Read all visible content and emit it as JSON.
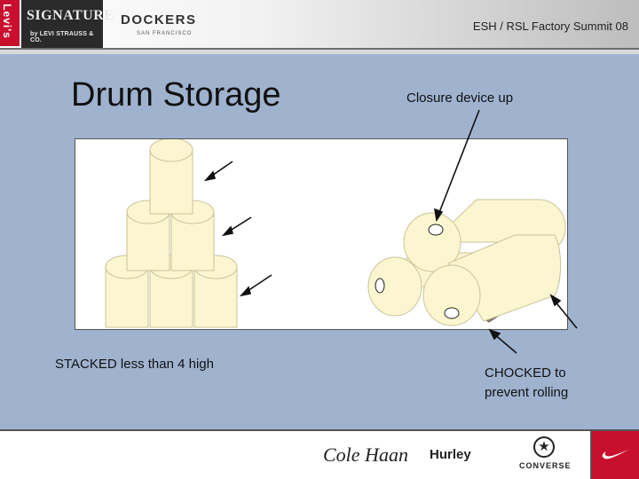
{
  "header": {
    "levis_logo_text": "Levi's",
    "signature_logo_text": "SIGNATURE",
    "signature_logo_sub": "by LEVI STRAUSS & CO.",
    "dockers_logo_text": "DOCKERS",
    "dockers_logo_sub": "SAN FRANCISCO",
    "summit_title": "ESH / RSL Factory Summit 08"
  },
  "slide": {
    "title": "Drum Storage",
    "closure_label": "Closure device up",
    "stacked_label": "STACKED less than 4 high",
    "chocked_label_line1": "CHOCKED to",
    "chocked_label_line2": "prevent rolling"
  },
  "footer": {
    "cole_haan_logo_text": "Cole Haan",
    "hurley_logo_text": "Hurley",
    "converse_logo_text": "CONVERSE"
  },
  "colors": {
    "slide_background": "#9fb3cf",
    "drum_fill": "#fbf6cf",
    "chock_fill": "#8a7a68",
    "nike_red": "#c8102e"
  }
}
